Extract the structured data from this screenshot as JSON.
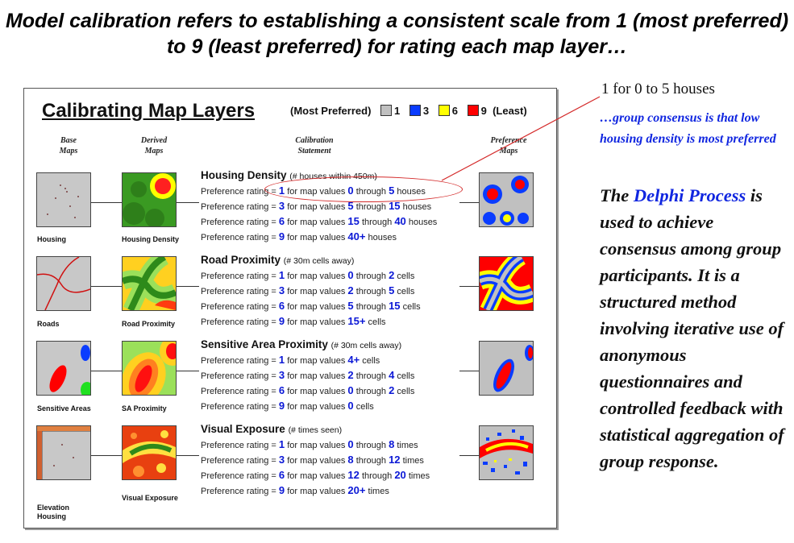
{
  "headline": "Model calibration refers to establishing a consistent scale from 1 (most preferred) to 9 (least preferred) for rating each map layer…",
  "panel": {
    "title": "Calibrating Map Layers",
    "legend": {
      "prefix": "(Most Preferred)",
      "items": [
        {
          "label": "1",
          "color": "#c0c0c0"
        },
        {
          "label": "3",
          "color": "#0a3cff"
        },
        {
          "label": "6",
          "color": "#ffff00"
        },
        {
          "label": "9  (Least)",
          "color": "#ff0000"
        }
      ]
    },
    "columns": {
      "base": "Base\nMaps",
      "derived": "Derived\nMaps",
      "calibration": "Calibration\nStatement",
      "preference": "Preference\nMaps"
    },
    "prefix_text": "Preference rating = ",
    "mid_text": " for map values ",
    "through_text": " through ",
    "sections": [
      {
        "title": "Housing Density",
        "note": "(# houses within 450m)",
        "base_label": "Housing",
        "derived_label": "Housing Density",
        "rows": [
          {
            "rating": "1",
            "from": "0",
            "to": "5",
            "unit": " houses"
          },
          {
            "rating": "3",
            "from": "5",
            "to": "15",
            "unit": " houses"
          },
          {
            "rating": "6",
            "from": "15",
            "to": "40",
            "unit": " houses"
          },
          {
            "rating": "9",
            "single": "40+",
            "unit": " houses"
          }
        ]
      },
      {
        "title": "Road Proximity",
        "note": "(# 30m cells away)",
        "base_label": "Roads",
        "derived_label": "Road Proximity",
        "rows": [
          {
            "rating": "1",
            "from": "0",
            "to": "2",
            "unit": " cells"
          },
          {
            "rating": "3",
            "from": "2",
            "to": "5",
            "unit": " cells"
          },
          {
            "rating": "6",
            "from": "5",
            "to": "15",
            "unit": " cells"
          },
          {
            "rating": "9",
            "single": "15+",
            "unit": " cells"
          }
        ]
      },
      {
        "title": "Sensitive Area Proximity",
        "note": "(# 30m cells away)",
        "base_label": "Sensitive Areas",
        "derived_label": "SA Proximity",
        "rows": [
          {
            "rating": "1",
            "single": "4+",
            "unit": " cells"
          },
          {
            "rating": "3",
            "from": "2",
            "to": "4",
            "unit": " cells"
          },
          {
            "rating": "6",
            "from": "0",
            "to": "2",
            "unit": " cells"
          },
          {
            "rating": "9",
            "single": "0",
            "unit": " cells"
          }
        ]
      },
      {
        "title": "Visual Exposure",
        "note": "(# times seen)",
        "base_label": "Elevation\nHousing",
        "derived_label": "Visual Exposure",
        "rows": [
          {
            "rating": "1",
            "from": "0",
            "to": "8",
            "unit": " times"
          },
          {
            "rating": "3",
            "from": "8",
            "to": "12",
            "unit": " times"
          },
          {
            "rating": "6",
            "from": "12",
            "to": "20",
            "unit": " times"
          },
          {
            "rating": "9",
            "single": "20+",
            "unit": " times"
          }
        ]
      }
    ]
  },
  "callout": {
    "title": "1 for 0 to 5 houses",
    "consensus": "…group consensus is that low housing density is most preferred",
    "delphi_pre": "The ",
    "delphi_hl": "Delphi Process",
    "delphi_post": " is used to achieve consensus among group participants. It is a structured method involving iterative use of anonymous questionnaires and controlled feedback with statistical aggregation of group response."
  },
  "colors": {
    "accent_blue": "#1026e0",
    "rating_blue": "#0b18d6",
    "highlight_red": "#d42a2a"
  }
}
